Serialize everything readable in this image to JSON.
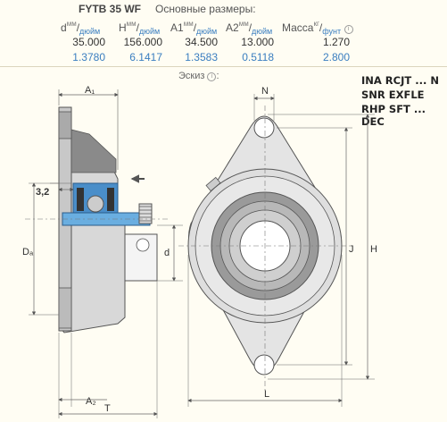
{
  "header": {
    "model": "FYTB 35 WF",
    "dims_title": "Основные размеры:",
    "columns": [
      {
        "key": "d",
        "label": "d",
        "unit_top": "мм",
        "unit_bottom": "дюйм",
        "metric": "35.000",
        "imperial": "1.3780"
      },
      {
        "key": "H",
        "label": "H",
        "unit_top": "мм",
        "unit_bottom": "дюйм",
        "metric": "156.000",
        "imperial": "6.1417"
      },
      {
        "key": "A1",
        "label": "A1",
        "unit_top": "мм",
        "unit_bottom": "дюйм",
        "metric": "34.500",
        "imperial": "1.3583"
      },
      {
        "key": "A2",
        "label": "A2",
        "unit_top": "мм",
        "unit_bottom": "дюйм",
        "metric": "13.000",
        "imperial": "0.5118"
      },
      {
        "key": "mass",
        "label": "Масса",
        "unit_top": "кг",
        "unit_bottom": "фунт",
        "metric": "1.270",
        "imperial": "2.800"
      }
    ]
  },
  "sketch": {
    "label": "Эскиз",
    "info_glyph": "i",
    "labels": {
      "A1": "A₁",
      "A2": "A₂",
      "T": "T",
      "Da": "Dₐ",
      "d": "d",
      "c32": "3,2",
      "N": "N",
      "J": "J",
      "H": "H",
      "L": "L"
    }
  },
  "brands": [
    "INA  RCJT ... N",
    "SNR  EXFLE",
    "RHP  SFT ... DEC"
  ],
  "colors": {
    "accent": "#3a7ec0",
    "housing": "#dcdcdc",
    "line": "#555555"
  }
}
